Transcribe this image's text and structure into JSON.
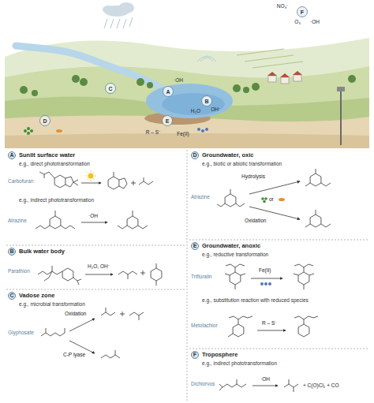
{
  "diagram": {
    "nodes": [
      {
        "text": [
          "A",
          "Sunlit surface water",
          "e.g., direct phototransformation",
          "Carbofuran",
          "e.g., indirect phototransformation",
          "Atrazine",
          "·OH"
        ]
      },
      {
        "text": [
          "B",
          "Bulk water body",
          "Parathion",
          "H₂O, OH⁻"
        ]
      },
      {
        "text": [
          "C",
          "Vadose zone",
          "e.g., microbial transformation",
          "Glyphosate",
          "Oxidation",
          "C-P lyase"
        ]
      },
      {
        "text": [
          "D",
          "Groundwater, oxic",
          "e.g., biotic or abiotic transformation",
          "Atrazine",
          "Hydrolysis",
          "or",
          "Oxidation"
        ]
      },
      {
        "text": [
          "E",
          "Groundwater, anoxic",
          "e.g., reductive transformation",
          "Trifluralin",
          "Fe(II)",
          "e.g., substitution reaction with reduced species",
          "Metolachlor",
          "R – S⁻"
        ]
      },
      {
        "text": [
          "F",
          "Troposphere",
          "e.g., indirect phototransformation",
          "Dichlorvos",
          "·OH",
          "+ C(O)Cl₂ + CO"
        ]
      }
    ],
    "labels": [
      "A",
      "B",
      "C",
      "D",
      "E",
      "F",
      "·OH",
      "H₂O",
      "OH⁻",
      "R – S⁻",
      "Fe(II)",
      "NO₃⁻",
      "O₃",
      "·OH"
    ]
  }
}
